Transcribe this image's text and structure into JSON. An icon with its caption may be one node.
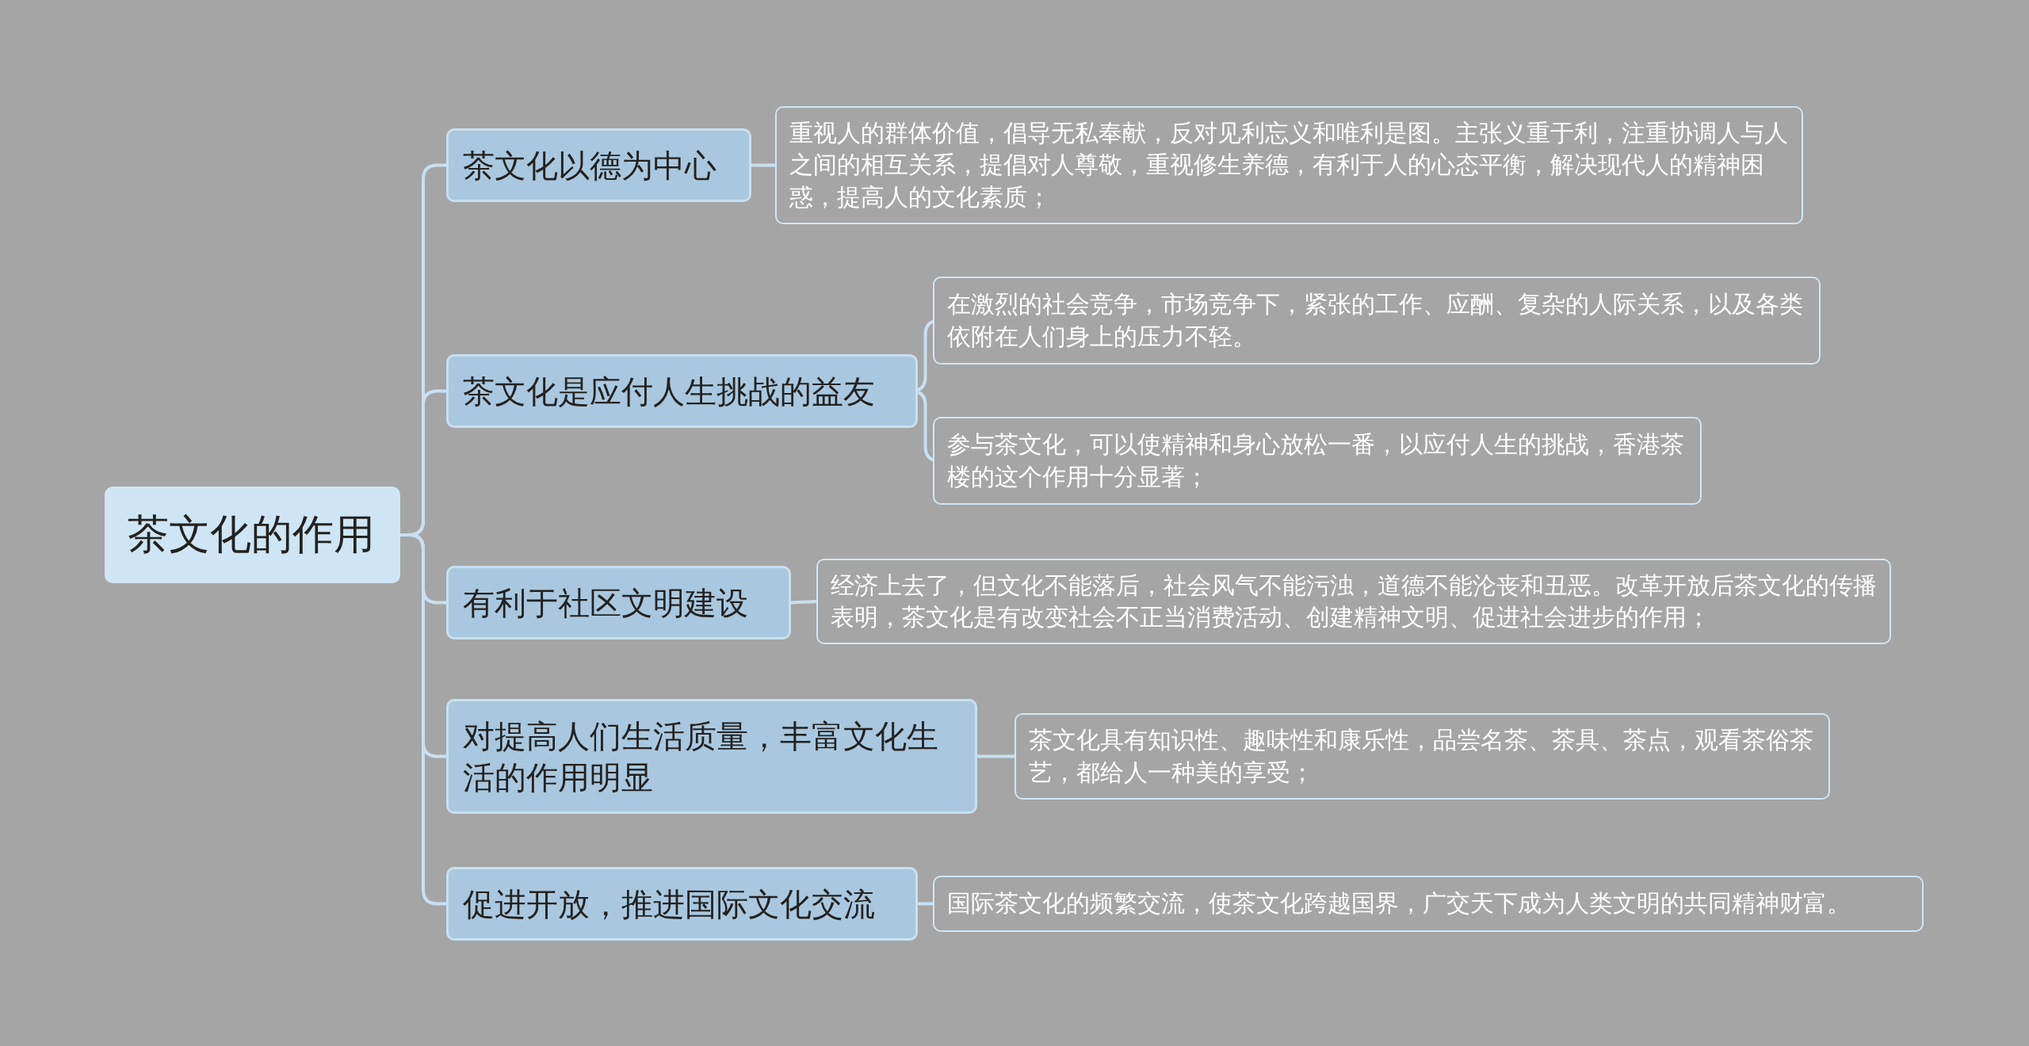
{
  "diagram": {
    "nodes": [
      {
        "text": [
          "茶文化的作用"
        ]
      },
      {
        "text": [
          "茶文化以德为中心"
        ]
      },
      {
        "text": [
          "重视人的群体价值，倡导无私奉献，反对见利忘义和唯利是图。主张义重于利，注重协调人与人之间的相互关系，提倡对人尊敬，重视修生养德，有利于人的心态平衡，解决现代人的精神困惑，提高人的文化素质；"
        ]
      },
      {
        "text": [
          "茶文化是应付人生挑战的益友"
        ]
      },
      {
        "text": [
          "在激烈的社会竞争，市场竞争下，紧张的工作、应酬、复杂的人际关系，以及各类依附在人们身上的压力不轻。"
        ]
      },
      {
        "text": [
          "参与茶文化，可以使精神和身心放松一番，以应付人生的挑战，香港茶楼的这个作用十分显著；"
        ]
      },
      {
        "text": [
          "有利于社区文明建设"
        ]
      },
      {
        "text": [
          "经济上去了，但文化不能落后，社会风气不能污浊，道德不能沦丧和丑恶。改革开放后茶文化的传播表明，茶文化是有改变社会不正当消费活动、创建精神文明、促进社会进步的作用；"
        ]
      },
      {
        "text": [
          "对提高人们生活质量，丰富文化生活的作用明显"
        ]
      },
      {
        "text": [
          "茶文化具有知识性、趣味性和康乐性，品尝名茶、茶具、茶点，观看茶俗茶艺，都给人一种美的享受；"
        ]
      },
      {
        "text": [
          "促进开放，推进国际文化交流"
        ]
      },
      {
        "text": [
          "国际茶文化的频繁交流，使茶文化跨越国界，广交天下成为人类文明的共同精神财富。"
        ]
      }
    ],
    "edges": [
      {
        "from": 0,
        "to": 1,
        "arrow": "none"
      },
      {
        "from": 0,
        "to": 3,
        "arrow": "none"
      },
      {
        "from": 0,
        "to": 6,
        "arrow": "none"
      },
      {
        "from": 0,
        "to": 8,
        "arrow": "none"
      },
      {
        "from": 0,
        "to": 10,
        "arrow": "none"
      },
      {
        "from": 1,
        "to": 2,
        "arrow": "none"
      },
      {
        "from": 3,
        "to": 4,
        "arrow": "none"
      },
      {
        "from": 3,
        "to": 5,
        "arrow": "none"
      },
      {
        "from": 6,
        "to": 7,
        "arrow": "none"
      },
      {
        "from": 8,
        "to": 9,
        "arrow": "none"
      },
      {
        "from": 10,
        "to": 11,
        "arrow": "none"
      }
    ]
  }
}
